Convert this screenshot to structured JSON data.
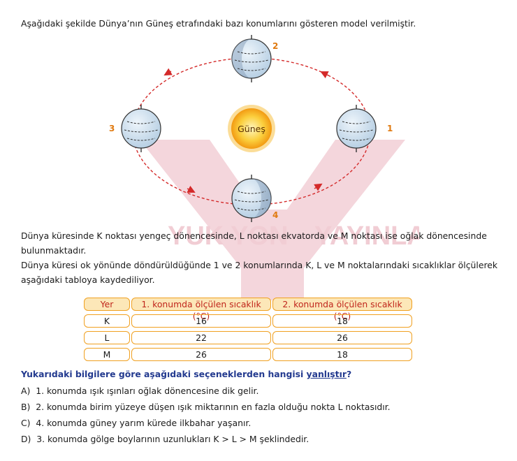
{
  "intro": "Aşağıdaki şekilde Dünya’nın Güneş etrafındaki bazı konumlarını gösteren model verilmiştir.",
  "diagram": {
    "sun_label": "Güneş",
    "position_labels": [
      "1",
      "2",
      "3",
      "4"
    ],
    "colors": {
      "orbit": "#d42a2a",
      "label": "#e07a10",
      "sun": "#f5b019",
      "earth": "#c9dcec"
    }
  },
  "watermark": {
    "text_left": "YUK YON",
    "text_right": "YAYINLARI"
  },
  "paragraph1": {
    "line1": "Dünya küresinde K noktası yengeç dönencesinde, L noktası ekvatorda ve M noktası ise oğlak dönencesinde",
    "line2": "bulunmaktadır."
  },
  "paragraph2": {
    "line1": "Dünya küresi ok yönünde döndürüldüğünde 1 ve 2 konumlarında K, L ve M noktalarındaki sıcaklıklar ölçülerek",
    "line2": "aşağıdaki tabloya kaydediliyor."
  },
  "table": {
    "headers": [
      "Yer",
      "1. konumda ölçülen sıcaklık (°C)",
      "2. konumda ölçülen sıcaklık (°C)"
    ],
    "rows": [
      [
        "K",
        "16",
        "18"
      ],
      [
        "L",
        "22",
        "26"
      ],
      [
        "M",
        "26",
        "18"
      ]
    ]
  },
  "question": {
    "prefix": "Yukarıdaki bilgilere göre aşağıdaki seçeneklerden hangisi ",
    "emphasis": "yanlıştır",
    "suffix": "?"
  },
  "options": [
    {
      "letter": "A)",
      "text": "1. konumda ışık ışınları oğlak dönencesine dik gelir."
    },
    {
      "letter": "B)",
      "text": "2. konumda birim yüzeye düşen ışık miktarının en fazla olduğu nokta L noktasıdır."
    },
    {
      "letter": "C)",
      "text": "4. konumda güney yarım kürede ilkbahar yaşanır."
    },
    {
      "letter": "D)",
      "text": "3. konumda gölge boylarının uzunlukları K > L > M şeklindedir."
    }
  ]
}
